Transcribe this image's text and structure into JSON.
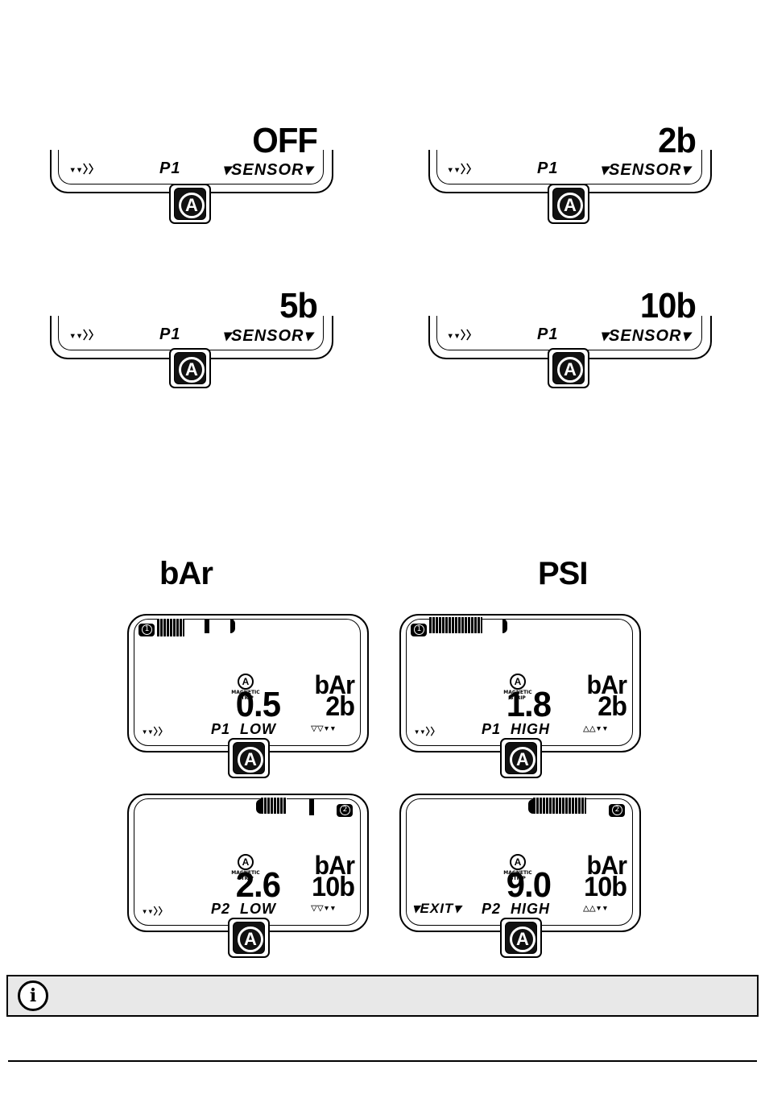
{
  "strips": [
    {
      "value": "OFF",
      "left": "▾▾〉〉",
      "mid": "P1",
      "right": "▾SENSOR▾"
    },
    {
      "value": "2b",
      "left": "▾▾〉〉",
      "mid": "P1",
      "right": "▾SENSOR▾"
    },
    {
      "value": "5b",
      "left": "▾▾〉〉",
      "mid": "P1",
      "right": "▾SENSOR▾"
    },
    {
      "value": "10b",
      "left": "▾▾〉〉",
      "mid": "P1",
      "right": "▾SENSOR▾"
    }
  ],
  "labels": {
    "bar": "bAr",
    "psi": "PSI"
  },
  "screens": [
    {
      "badge": "1",
      "unit": "bAr",
      "value": "0.5",
      "sub": "2b",
      "left": "▾▾〉〉",
      "mid": "P1  LOW",
      "right": "▽▽▾▾"
    },
    {
      "badge": "1",
      "unit": "bAr",
      "value": "1.8",
      "sub": "2b",
      "left": "▾▾〉〉",
      "mid": "P1  HIGH",
      "right": "△△▾▾"
    },
    {
      "badge": "2",
      "unit": "bAr",
      "value": "2.6",
      "sub": "10b",
      "left": "▾▾〉〉",
      "mid": "P2  LOW",
      "right": "▽▽▾▾"
    },
    {
      "badge": "2",
      "unit": "bAr",
      "value": "9.0",
      "sub": "10b",
      "left": "▾EXIT▾",
      "mid": "P2  HIGH",
      "right": "△△▾▾"
    }
  ],
  "magnetic": "MAGNETIC STRIP",
  "button_glyph": "A",
  "info_icon": "i"
}
